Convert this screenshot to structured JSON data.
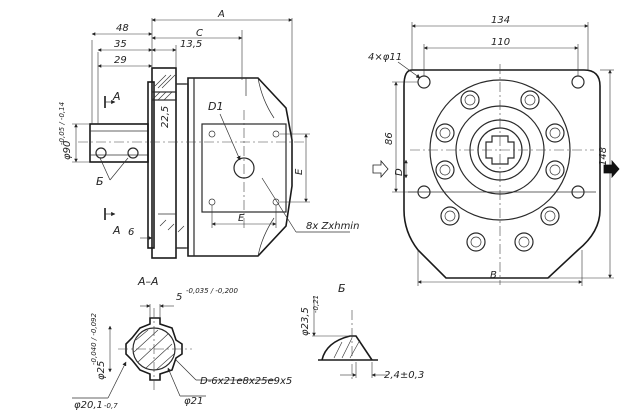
{
  "side_view": {
    "dim_A": "A",
    "dim_48": "48",
    "dim_C": "C",
    "dim_35": "35",
    "dim_13_5": "13,5",
    "dim_29": "29",
    "dim_22_5": "22,5",
    "dim_6": "6",
    "dim_E_h": "E",
    "dim_E_v": "E",
    "label_D1": "D1",
    "label_B": "Б",
    "section_mark_top": "A",
    "section_mark_bottom": "A",
    "diameter_90": "φ90",
    "tol_90": "-0,05 / -0,14",
    "holes_note": "8x Zxhmin"
  },
  "front_view": {
    "dim_134": "134",
    "dim_110": "110",
    "holes": "4×φ11",
    "dim_86": "86",
    "dim_D": "D",
    "dim_148": "148",
    "dim_B": "B"
  },
  "section_AA": {
    "title": "A–A",
    "dim_5": "5",
    "tol_5": "-0,035 / -0,200",
    "diameter_25": "φ25",
    "tol_25": "-0,040 / -0,092",
    "diameter_20_1": "φ20,1",
    "tol_20_1": "-0,7",
    "diameter_21": "φ21",
    "spline_note": "D-6x21e8x25e9x5"
  },
  "detail_B": {
    "title": "Б",
    "diameter_23_5": "φ23,5",
    "tol_23_5": "-0,21",
    "chamfer": "2,4±0,3"
  }
}
